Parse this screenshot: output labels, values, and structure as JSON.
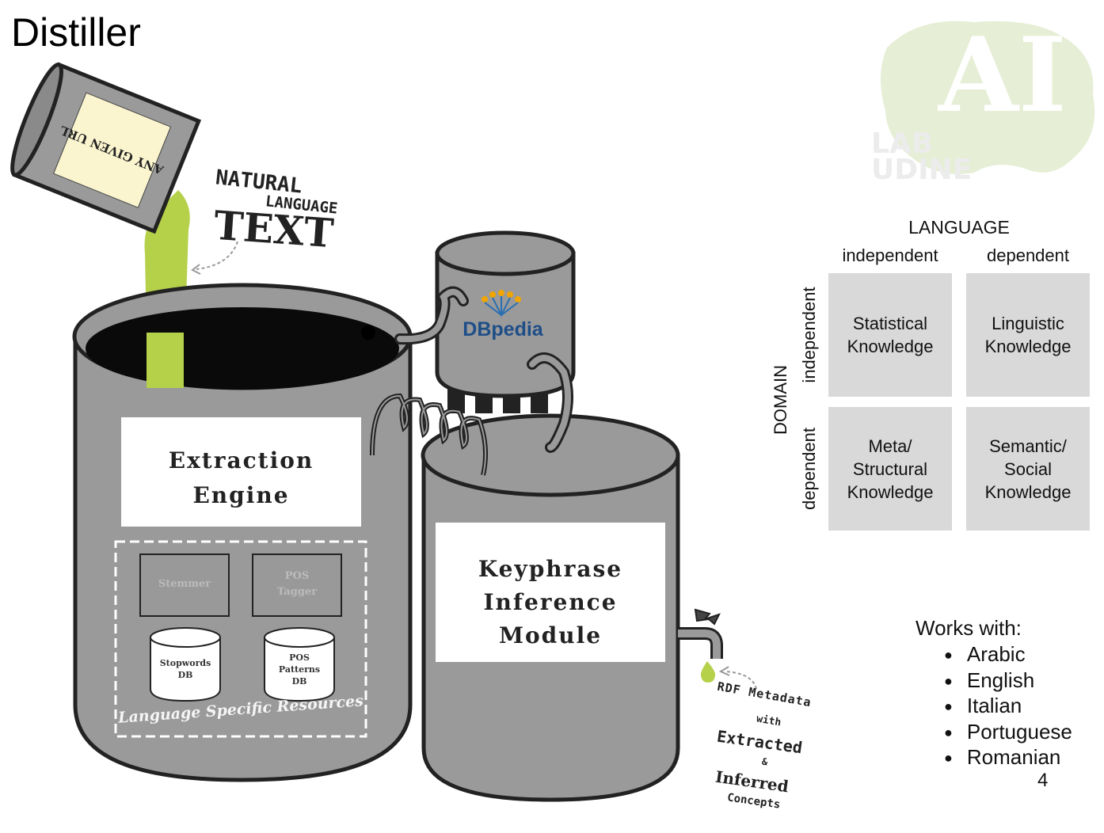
{
  "title": "Distiller",
  "logo": {
    "line1": "LAB",
    "line2": "UDINE",
    "mark": "AI"
  },
  "input_can": {
    "label": "ANY GIVEN URL"
  },
  "input_annotation": {
    "line1": "NATURAL",
    "line2": "LANGUAGE",
    "line3": "TEXT"
  },
  "extraction": {
    "title": "Extraction\nEngine",
    "stemmer": "Stemmer",
    "pos_tagger": "POS\nTagger",
    "stopwords_db": "Stopwords\nDB",
    "pos_patterns_db": "POS\nPatterns\nDB",
    "resources_label": "Language Specific Resources"
  },
  "dbpedia": {
    "label": "DBpedia"
  },
  "keyphrase": {
    "title": "Keyphrase\nInference\nModule"
  },
  "output_annotation": {
    "line1": "RDF Metadata",
    "line2": "with",
    "line3": "Extracted",
    "line4": "&",
    "line5": "Inferred",
    "line6": "Concepts"
  },
  "matrix": {
    "language_header": "LANGUAGE",
    "col_independent": "independent",
    "col_dependent": "dependent",
    "domain_header": "DOMAIN",
    "row_independent": "independent",
    "row_dependent": "dependent",
    "cells": {
      "statistical": "Statistical\nKnowledge",
      "linguistic": "Linguistic\nKnowledge",
      "meta": "Meta/\nStructural\nKnowledge",
      "semantic": "Semantic/\nSocial\nKnowledge"
    }
  },
  "works_with": {
    "title": "Works with:",
    "languages": [
      "Arabic",
      "English",
      "Italian",
      "Portuguese",
      "Romanian"
    ]
  },
  "page_number": "4",
  "colors": {
    "can_gray": "#9a9a9b",
    "liquid_green": "#b5d14a",
    "logo_green": "#e6eed6",
    "cell_gray": "#d9d9d9"
  }
}
